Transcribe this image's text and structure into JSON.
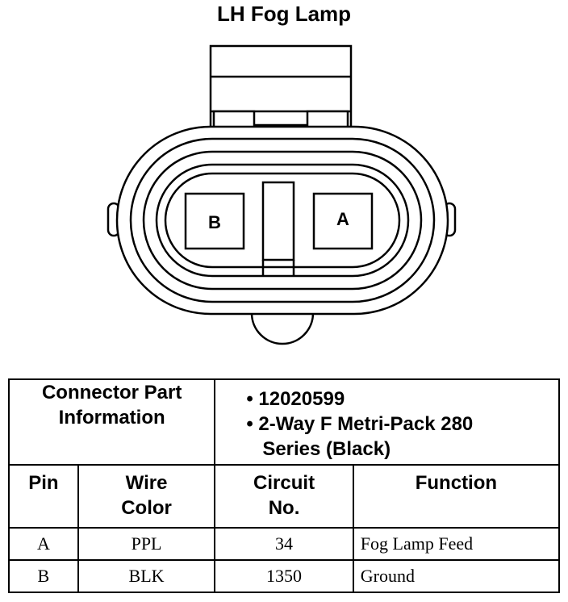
{
  "title": "LH Fog Lamp",
  "connector": {
    "pin_b": "B",
    "pin_a": "A"
  },
  "table": {
    "part_info_label_1": "Connector Part",
    "part_info_label_2": "Information",
    "part_number": "12020599",
    "part_desc_line1": "2-Way F Metri-Pack 280",
    "part_desc_line2": "Series (Black)",
    "headers": {
      "pin": "Pin",
      "wire_1": "Wire",
      "wire_2": "Color",
      "circuit_1": "Circuit",
      "circuit_2": "No.",
      "function": "Function"
    },
    "rows": [
      {
        "pin": "A",
        "color": "PPL",
        "circuit": "34",
        "function": "Fog Lamp Feed"
      },
      {
        "pin": "B",
        "color": "BLK",
        "circuit": "1350",
        "function": "Ground"
      }
    ]
  }
}
